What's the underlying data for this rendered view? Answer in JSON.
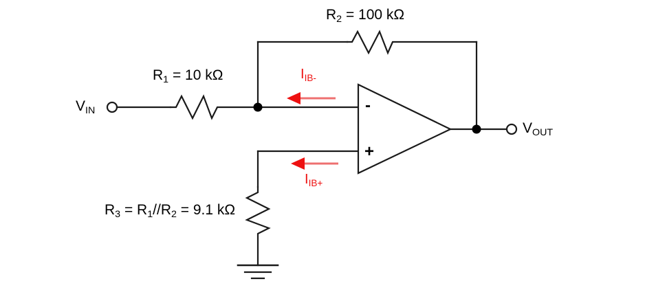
{
  "diagram": {
    "title": "Op-amp inverting amplifier with bias current compensation resistor",
    "colors": {
      "wire": "#1a1a1a",
      "label": "#000000",
      "current_arrow": "#ee1111",
      "node_fill": "#000000",
      "terminal_fill": "#ffffff",
      "background": "#ffffff"
    },
    "labels": {
      "r1": {
        "name": "R",
        "sub": "1",
        "rest": " = 10 kΩ"
      },
      "r2": {
        "name": "R",
        "sub": "2",
        "rest": " = 100 kΩ"
      },
      "r3_full": {
        "p1": "R",
        "s1": "3",
        "p2": " = R",
        "s2": "1",
        "p3": "//R",
        "s3": "2",
        "p4": " = 9.1 kΩ"
      },
      "vin": {
        "name": "V",
        "sub": "IN"
      },
      "vout": {
        "name": "V",
        "sub": "OUT"
      },
      "ib_minus": {
        "name": "I",
        "sub": "IB-"
      },
      "ib_plus": {
        "name": "I",
        "sub": "IB+"
      },
      "opamp_minus": "-",
      "opamp_plus": "+"
    },
    "components": [
      {
        "id": "R1",
        "type": "resistor",
        "orientation": "horizontal",
        "value": "10 kΩ"
      },
      {
        "id": "R2",
        "type": "resistor",
        "orientation": "horizontal",
        "value": "100 kΩ"
      },
      {
        "id": "R3",
        "type": "resistor",
        "orientation": "vertical",
        "value": "9.1 kΩ"
      },
      {
        "id": "U1",
        "type": "opamp",
        "inputs": [
          "-",
          "+"
        ],
        "output": "VOUT"
      },
      {
        "id": "GND",
        "type": "ground",
        "style": "earth-3-bar"
      }
    ],
    "terminals": [
      {
        "id": "VIN",
        "type": "open-circle",
        "label": "V_IN"
      },
      {
        "id": "VOUT",
        "type": "open-circle",
        "label": "V_OUT"
      }
    ],
    "nodes": [
      {
        "id": "inverting-node",
        "type": "junction-dot"
      },
      {
        "id": "output-node",
        "type": "junction-dot"
      }
    ],
    "currents": [
      {
        "id": "IB-",
        "label": "I_IB-",
        "direction": "leftward",
        "color": "#ee1111"
      },
      {
        "id": "IB+",
        "label": "I_IB+",
        "direction": "leftward",
        "color": "#ee1111"
      }
    ]
  }
}
